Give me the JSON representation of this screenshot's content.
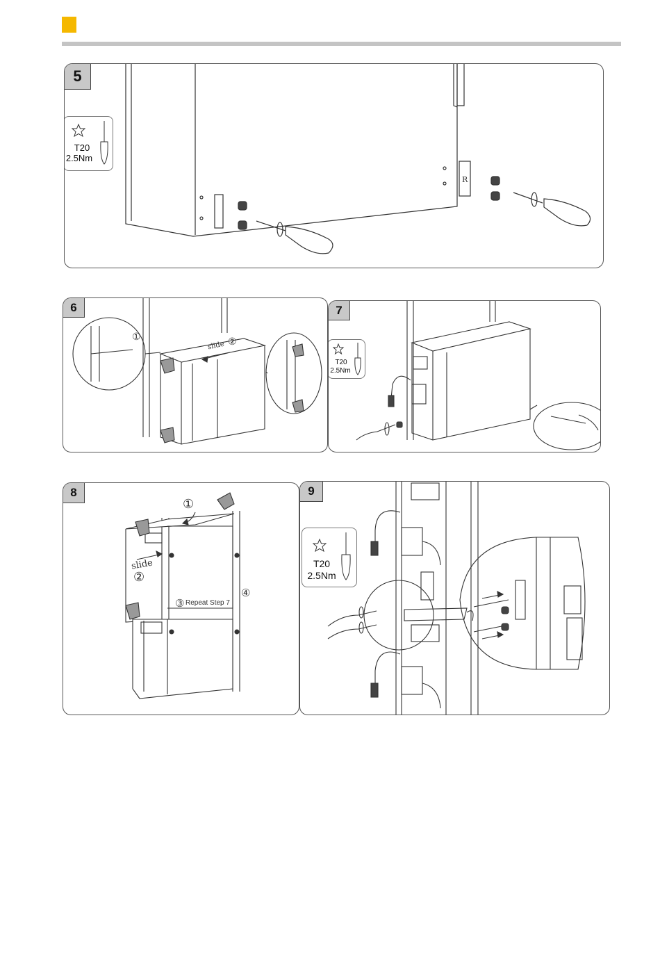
{
  "header": {
    "accent_color": "#f5b800",
    "rule_color": "#c4c4c4"
  },
  "steps": {
    "s5": {
      "number": "5",
      "tool_icon": "torx-star-icon",
      "tool_code": "T20",
      "torque": "2.5Nm",
      "bracket_mark": "R"
    },
    "s6": {
      "number": "6",
      "marker1": "①",
      "marker2": "②",
      "slide": "slide"
    },
    "s7": {
      "number": "7",
      "tool_icon": "torx-star-icon",
      "tool_code": "T20",
      "torque": "2.5Nm"
    },
    "s8": {
      "number": "8",
      "marker1": "①",
      "marker2": "②",
      "marker3": "③",
      "marker4": "④",
      "slide": "slide",
      "repeat": "Repeat Step 7"
    },
    "s9": {
      "number": "9",
      "tool_icon": "torx-star-icon",
      "tool_code": "T20",
      "torque": "2.5Nm"
    }
  }
}
